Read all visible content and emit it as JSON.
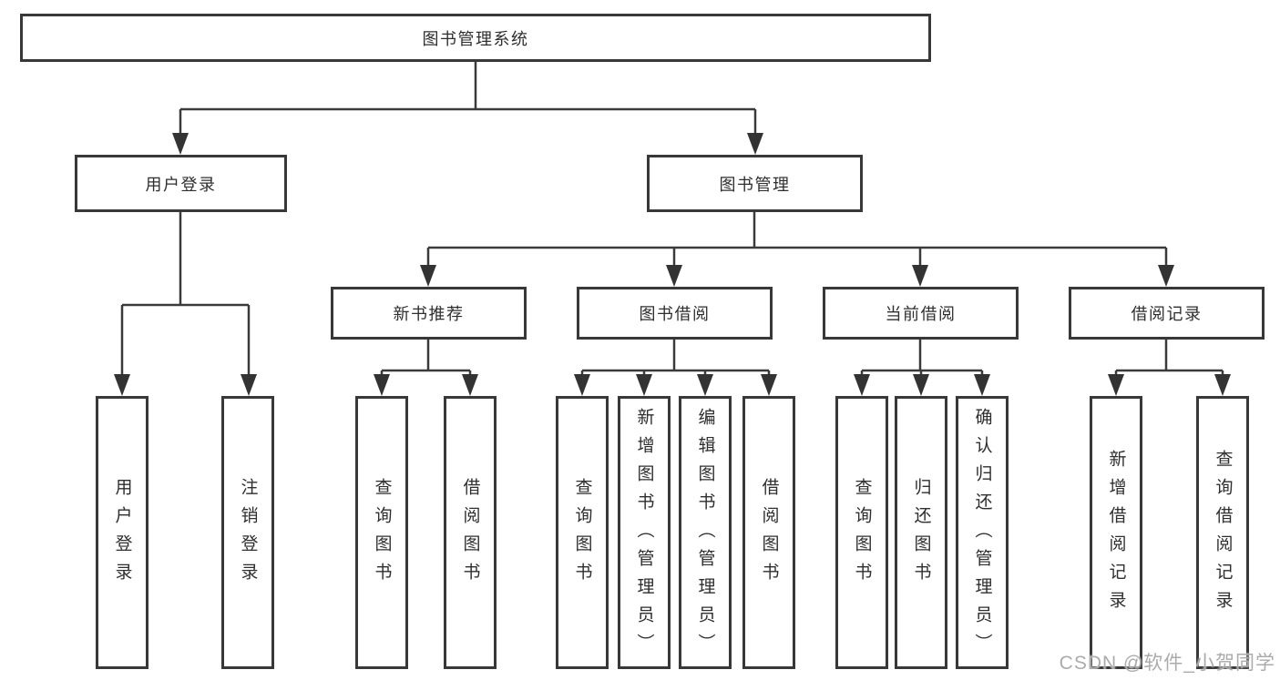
{
  "title": "图书管理系统",
  "level2": {
    "user_login": "用户登录",
    "book_mgmt": "图书管理"
  },
  "level3": {
    "new_book": "新书推荐",
    "borrow": "图书借阅",
    "current": "当前借阅",
    "record": "借阅记录"
  },
  "leaves": {
    "user_login": [
      "用户登录",
      "注销登录"
    ],
    "new_book": [
      "查询图书",
      "借阅图书"
    ],
    "borrow": [
      "查询图书",
      "新增图书（管理员）",
      "编辑图书（管理员）",
      "借阅图书"
    ],
    "current": [
      "查询图书",
      "归还图书",
      "确认归还（管理员）"
    ],
    "record": [
      "新增借阅记录",
      "查询借阅记录"
    ]
  },
  "watermark": "CSDN @软件_小贺同学",
  "colors": {
    "line": "#3a3a3a",
    "text": "#2e2e2e",
    "background": "#ffffff",
    "watermark": "#ababab"
  }
}
